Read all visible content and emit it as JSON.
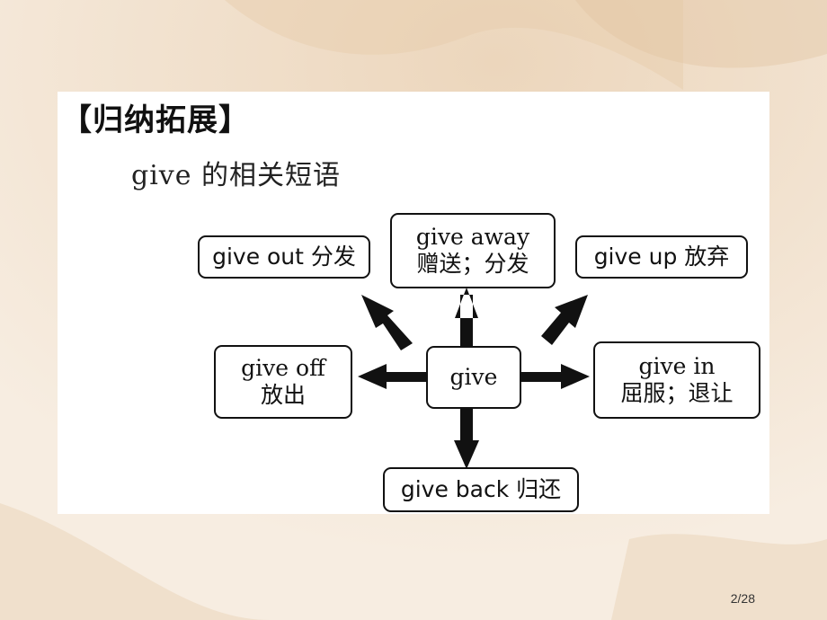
{
  "slide": {
    "heading": "【归纳拓展】",
    "subtitle": "give 的相关短语",
    "page_number": "2/28"
  },
  "diagram": {
    "center": {
      "label": "give"
    },
    "nodes": [
      {
        "id": "out",
        "line1": "give out 分发",
        "line2": ""
      },
      {
        "id": "away",
        "line1": "give away",
        "line2": "赠送；分发"
      },
      {
        "id": "up",
        "line1": "give up 放弃",
        "line2": ""
      },
      {
        "id": "off",
        "line1": "give off",
        "line2": "放出"
      },
      {
        "id": "in",
        "line1": "give in",
        "line2": "屈服；退让"
      },
      {
        "id": "back",
        "line1": "give back 归还",
        "line2": ""
      }
    ]
  },
  "colors": {
    "background": "#f4e7d6",
    "panel": "#ffffff",
    "ink": "#111111"
  }
}
